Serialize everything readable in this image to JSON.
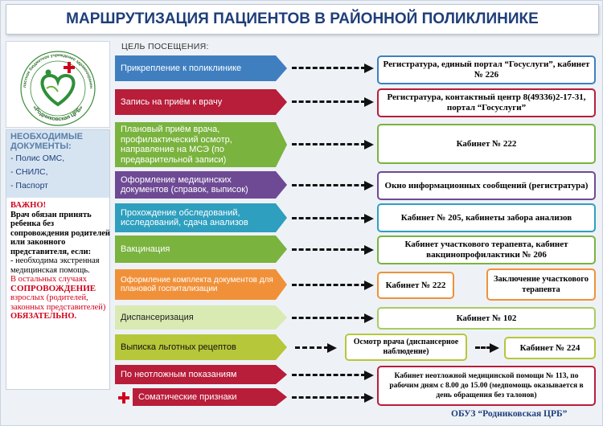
{
  "header": {
    "title": "МАРШРУТИЗАЦИЯ ПАЦИЕНТОВ В РАЙОННОЙ ПОЛИКЛИНИКЕ"
  },
  "logo": {
    "ring_top": "Областное бюджетное учреждение здравоохранения",
    "ring_bottom": "«Родниковская ЦРБ»"
  },
  "sidebar": {
    "docs_title": "НЕОБХОДИМЫЕ ДОКУМЕНТЫ:",
    "docs": [
      "- Полис ОМС,",
      "- СНИЛС,",
      "- Паспорт"
    ],
    "important": "ВАЖНО!",
    "note_text": "Врач обязан принять ребенка без сопровождения родителей или законного представителя, если:",
    "note_item": "- необходима экстренная медицинская помощь.",
    "note_red_1": "В остальных случаях",
    "note_red_big": "СОПРОВОЖДЕНИЕ",
    "note_red_2": "взрослых (родителей, законных представителей)",
    "note_red_3": "ОБЯЗАТЕЛЬНО."
  },
  "purpose_label": "ЦЕЛЬ ПОСЕЩЕНИЯ:",
  "rows": [
    {
      "purpose": "Прикрепление к поликлинике",
      "dest": "Регистратура, единый портал “Госуслуги”, кабинет № 226"
    },
    {
      "purpose": "Запись на приём к врачу",
      "dest": "Регистратура, контактный центр 8(49336)2-17-31, портал “Госуслуги”"
    },
    {
      "purpose": "Плановый приём врача, профилактический осмотр, направление на МСЭ (по предварительной записи)",
      "dest": "Кабинет № 222"
    },
    {
      "purpose": "Оформление медицинских документов (справок, выписок)",
      "dest": "Окно информационных сообщений (регистратура)"
    },
    {
      "purpose": "Прохождение обследований, исследований, сдача анализов",
      "dest": "Кабинет № 205, кабинеты забора анализов"
    },
    {
      "purpose": "Вакцинация",
      "dest": "Кабинет участкового терапевта, кабинет вакцинопрофилактики № 206"
    },
    {
      "purpose": "Оформление комплекта документов для плановой госпитализации",
      "dest": "Кабинет № 222",
      "dest2": "Заключение участкового терапевта"
    },
    {
      "purpose": "Диспансеризация",
      "dest": "Кабинет № 102"
    },
    {
      "purpose": "Выписка льготных рецептов",
      "dest": "Осмотр врача (диспансерное наблюдение)",
      "dest2": "Кабинет № 224"
    },
    {
      "purpose": "По неотложным показаниям",
      "dest": "Кабинет неотложной медицинской помощи № 113, по рабочим дням с 8.00 до 15.00 (медпомощь оказывается в день обращения без талонов)"
    },
    {
      "purpose": "Соматические признаки"
    }
  ],
  "footer": {
    "org": "ОБУЗ “Родниковская ЦРБ”"
  },
  "colors": {
    "title": "#1f3e7a",
    "blue": "#3f7fc0",
    "red": "#b81d3a",
    "green": "#7ab33e",
    "purple": "#6e4a94",
    "teal": "#2f9fbf",
    "orange": "#f0913a",
    "lightgreen": "#d9eab3",
    "olive": "#b6c73a",
    "bright_red": "#d0021b"
  }
}
